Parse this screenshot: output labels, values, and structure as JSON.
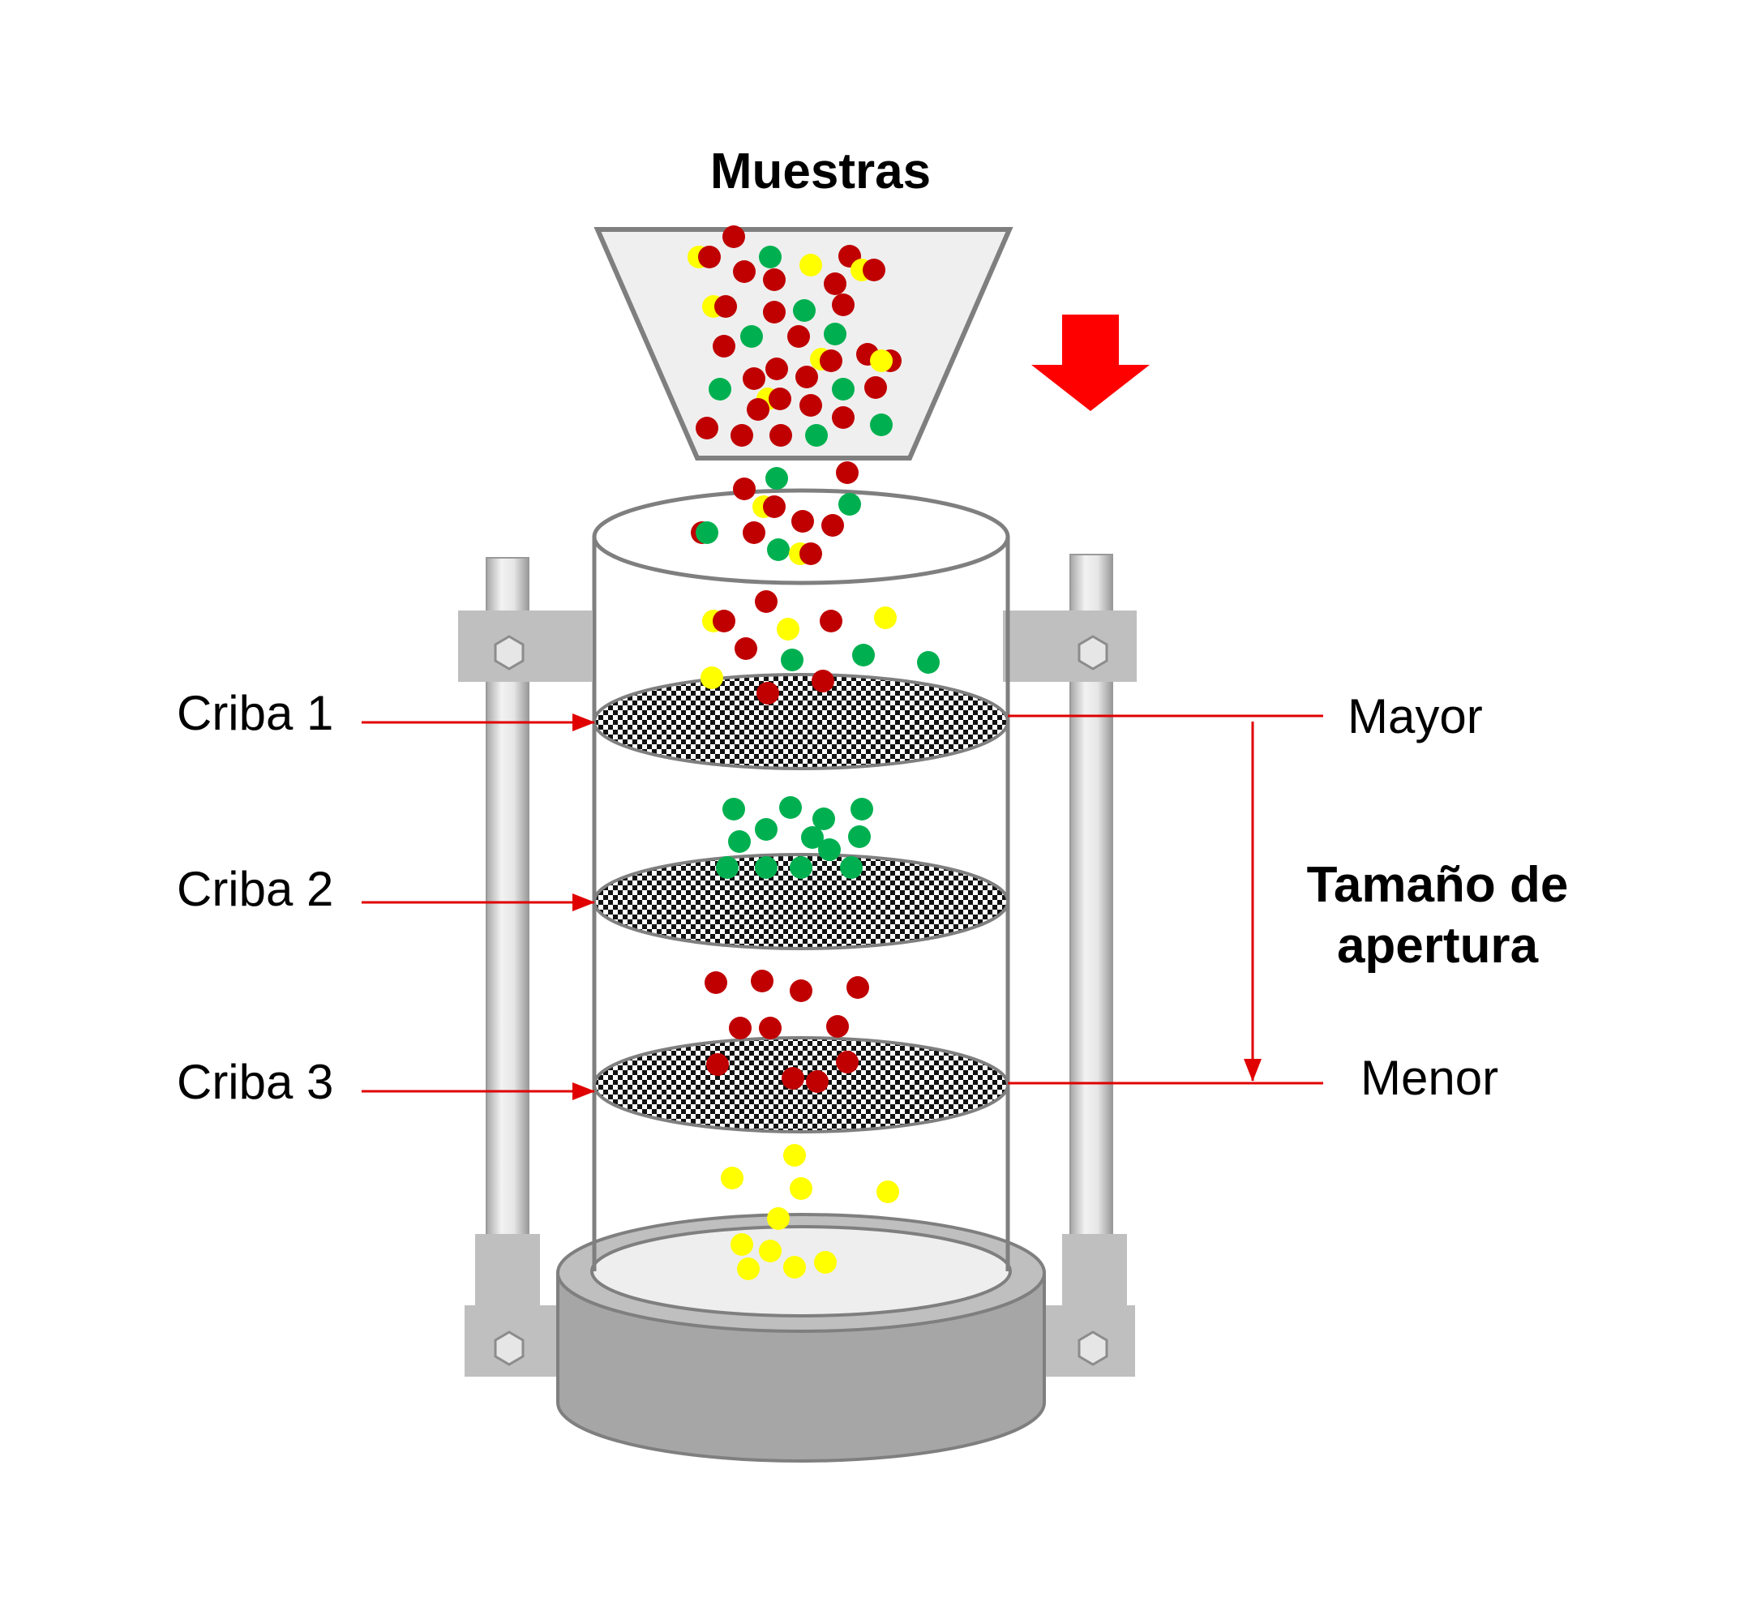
{
  "title": "Muestras",
  "sieves": [
    {
      "label": "Criba 1"
    },
    {
      "label": "Criba 2"
    },
    {
      "label": "Criba 3"
    }
  ],
  "aperture": {
    "label_line1": "Tamaño de",
    "label_line2": "apertura",
    "high": "Mayor",
    "low": "Menor"
  },
  "colors": {
    "particle_red": "#c00000",
    "particle_green": "#00b050",
    "particle_yellow": "#ffff00",
    "arrow_red": "#ff0000",
    "leader_red": "#e00000",
    "frame_gray": "#bfbfbf",
    "base_gray": "#a6a6a6",
    "outline_gray": "#7f7f7f"
  },
  "icons": {
    "flow_direction": "down-arrow-icon",
    "clamp_bolt": "hex-bolt-icon"
  }
}
